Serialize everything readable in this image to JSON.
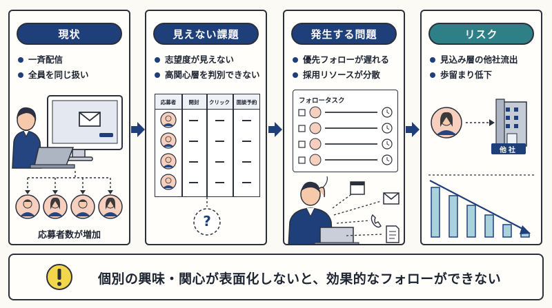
{
  "panels": [
    {
      "title": "現状",
      "bullets": [
        "一斉配信",
        "全員を同じ扱い"
      ],
      "caption": "応募者数が増加"
    },
    {
      "title": "見えない課題",
      "bullets": [
        "志望度が見えない",
        "高関心層を判別できない"
      ],
      "table_headers": [
        "応募者",
        "開封",
        "クリック",
        "面談予約"
      ],
      "mark": "?"
    },
    {
      "title": "発生する問題",
      "bullets": [
        "優先フォローが遅れる",
        "採用リソースが分散"
      ],
      "task_title": "フォロータスク"
    },
    {
      "title": "リスク",
      "bullets": [
        "見込み層の他社流出",
        "歩留まり低下"
      ],
      "company_label": "他社"
    }
  ],
  "conclusion": {
    "icon": "warning-icon",
    "text": "個別の興味・関心が表面化しないと、効果的なフォローができない"
  },
  "colors": {
    "navy": "#1f3f7a",
    "teal": "#2e7f86",
    "ink": "#2b2f3a",
    "warning": "#f2d64b",
    "skin": "#f6c9ab"
  }
}
